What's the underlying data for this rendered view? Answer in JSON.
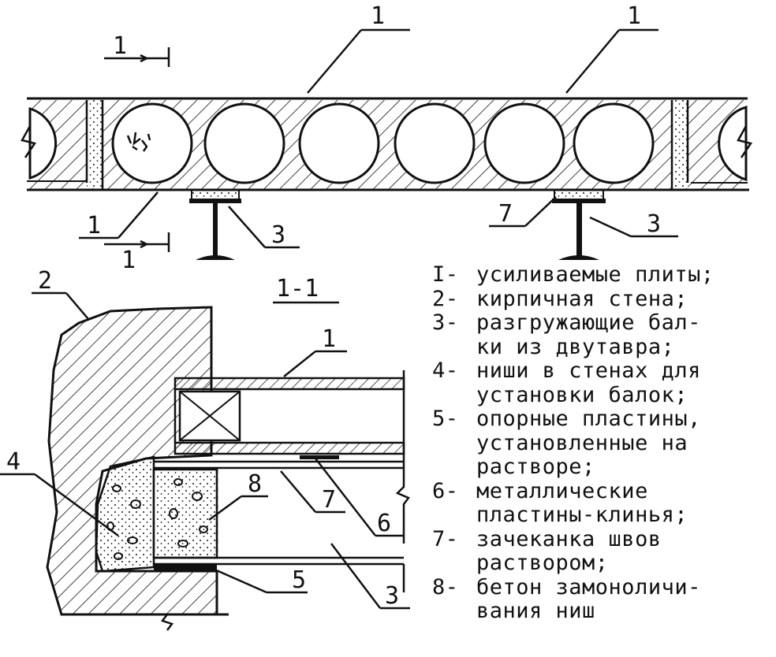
{
  "drawing": {
    "callouts": [
      "1",
      "1",
      "1",
      "3",
      "7",
      "3",
      "2",
      "1",
      "4",
      "8",
      "7",
      "6",
      "5",
      "3"
    ],
    "section_marks": [
      "1",
      "1"
    ],
    "section_title": "1-1"
  },
  "legend": [
    {
      "num": "I-",
      "lines": [
        "усиливаемые плиты;"
      ]
    },
    {
      "num": "2-",
      "lines": [
        "кирпичная стена;"
      ]
    },
    {
      "num": "3-",
      "lines": [
        "разгружающие бал-",
        "ки из двутавра;"
      ]
    },
    {
      "num": "4-",
      "lines": [
        "ниши в стенах для",
        "установки балок;"
      ]
    },
    {
      "num": "5-",
      "lines": [
        "опорные пластины,",
        "установленные на",
        "растворе;"
      ]
    },
    {
      "num": "6-",
      "lines": [
        "металлические",
        "пластины-клинья;"
      ]
    },
    {
      "num": "7-",
      "lines": [
        "зачеканка швов",
        "раствором;"
      ]
    },
    {
      "num": "8-",
      "lines": [
        "бетон замоноличи-",
        "вания ниш"
      ]
    }
  ]
}
